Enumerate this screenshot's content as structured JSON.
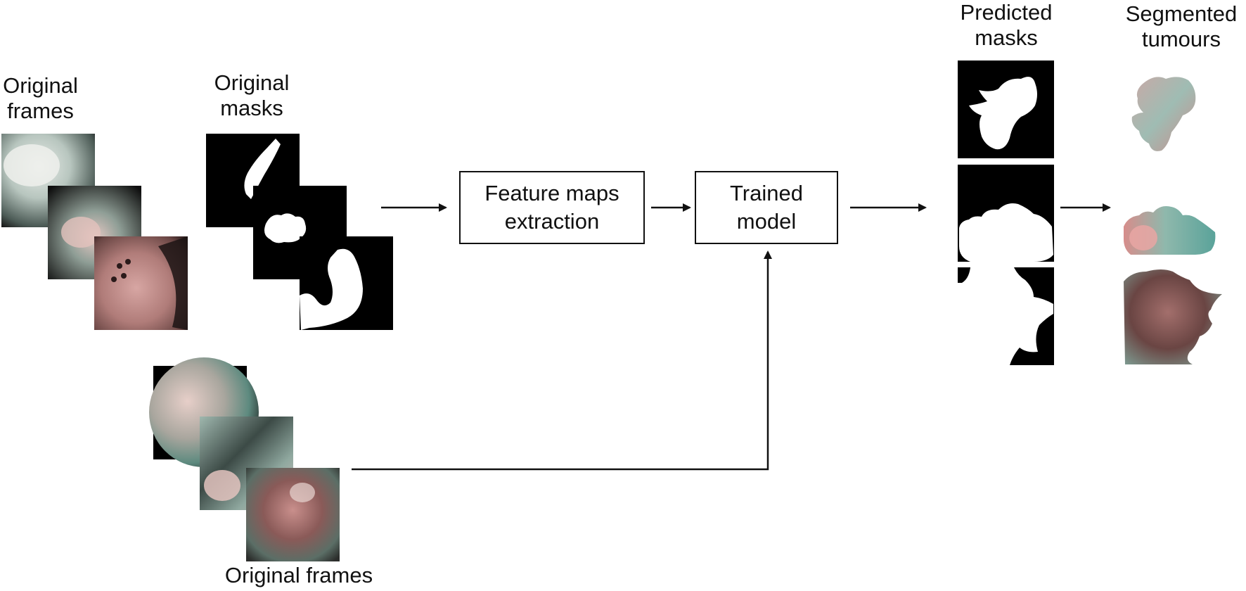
{
  "labels": {
    "original_frames_top": "Original\nframes",
    "original_masks": "Original\nmasks",
    "original_frames_bottom": "Original frames",
    "predicted_masks": "Predicted\nmasks",
    "segmented_tumours": "Segmented\ntumours"
  },
  "boxes": {
    "feature_maps": "Feature maps\nextraction",
    "trained_model": "Trained\nmodel"
  },
  "colors": {
    "frame_tissue": "#b98a88",
    "frame_light": "#d8dcd8",
    "frame_teal": "#6f9e94",
    "mask_black": "#000000",
    "mask_white": "#ffffff",
    "line": "#111111"
  }
}
